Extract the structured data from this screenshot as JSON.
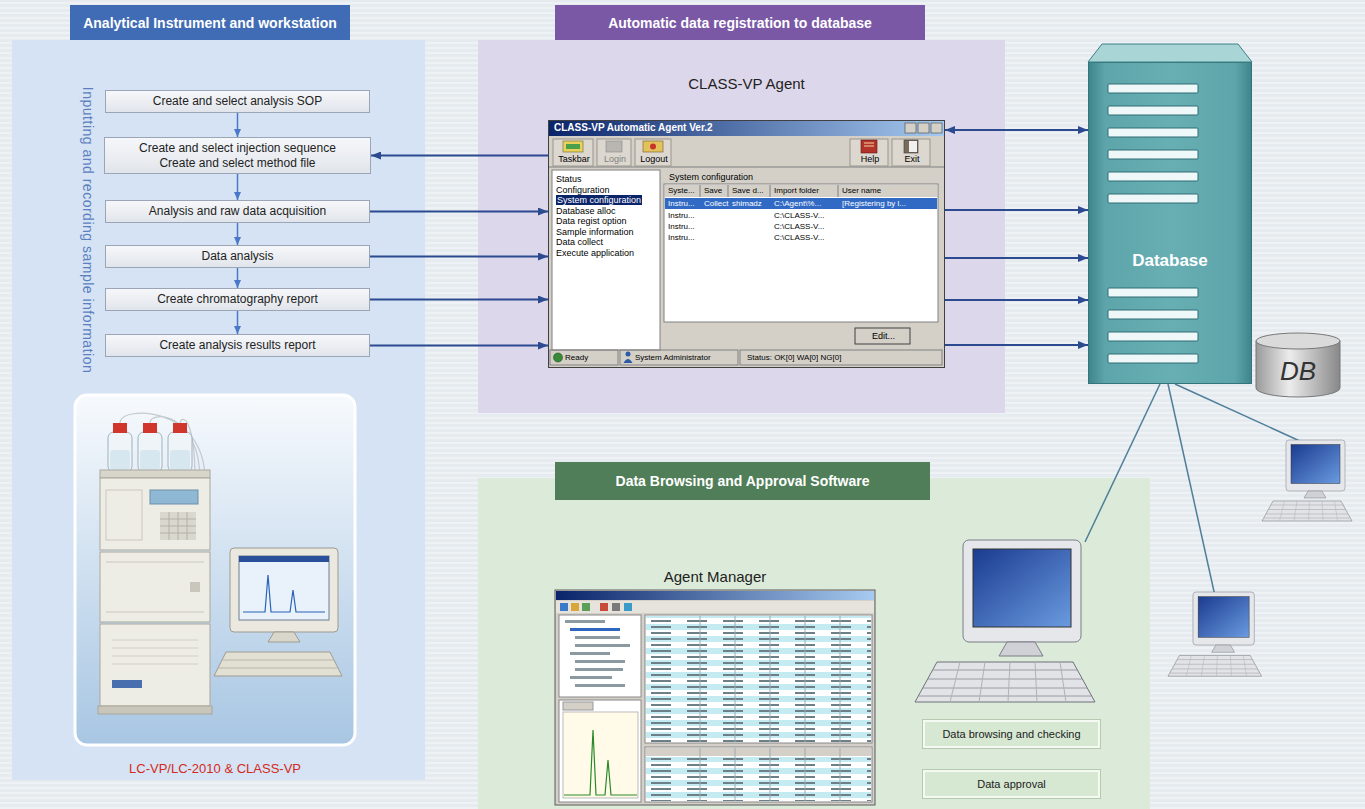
{
  "diagram": {
    "nodes": [
      {
        "text": [
          "Analytical Instrument and workstation"
        ]
      },
      {
        "text": [
          "Create and select analysis SOP"
        ],
        "in": 0
      },
      {
        "text": [
          "Create and select injection sequence Create and select method file"
        ],
        "in": 0
      },
      {
        "text": [
          "Analysis and raw data acquisition"
        ],
        "in": 0
      },
      {
        "text": [
          "Data analysis"
        ],
        "in": 0
      },
      {
        "text": [
          "Create chromatography report"
        ],
        "in": 0
      },
      {
        "text": [
          "Create analysis results report"
        ],
        "in": 0
      },
      {
        "text": [
          "Automatic data registration to database"
        ]
      },
      {
        "text": [
          "CLASS-VP Agent",
          "CLASS-VP Automatic Agent Ver.2"
        ],
        "in": 7
      },
      {
        "text": [
          "Database"
        ]
      },
      {
        "text": [
          "DB"
        ]
      },
      {
        "text": [
          "Data Browsing and Approval Software"
        ]
      },
      {
        "text": [
          "Agent Manager"
        ],
        "in": 11
      },
      {
        "text": [
          "Data browsing and checking"
        ],
        "in": 11
      },
      {
        "text": [
          "Data approval"
        ],
        "in": 11
      }
    ],
    "edges": [
      {
        "from": 1,
        "to": 2,
        "arrow": "to"
      },
      {
        "from": 2,
        "to": 3,
        "arrow": "to"
      },
      {
        "from": 3,
        "to": 4,
        "arrow": "to"
      },
      {
        "from": 4,
        "to": 5,
        "arrow": "to"
      },
      {
        "from": 5,
        "to": 6,
        "arrow": "to"
      },
      {
        "from": 8,
        "to": 2,
        "arrow": "to"
      },
      {
        "from": 3,
        "to": 8,
        "arrow": "to"
      },
      {
        "from": 4,
        "to": 8,
        "arrow": "to"
      },
      {
        "from": 5,
        "to": 8,
        "arrow": "to"
      },
      {
        "from": 6,
        "to": 8,
        "arrow": "to"
      },
      {
        "from": 8,
        "to": 9,
        "arrow": "both"
      },
      {
        "from": 8,
        "to": 9,
        "arrow": "to"
      },
      {
        "from": 8,
        "to": 9,
        "arrow": "to"
      },
      {
        "from": 8,
        "to": 9,
        "arrow": "to"
      },
      {
        "from": 8,
        "to": 9,
        "arrow": "to"
      }
    ],
    "labels": [
      "Inputting and recording sample information",
      "LC-VP/LC-2010 & CLASS-VP",
      "Taskbar",
      "Login",
      "Logout",
      "Help",
      "Exit",
      "Status",
      "Configuration",
      "System configuration",
      "Database alloc",
      "Data regist option",
      "Sample information",
      "Data collect",
      "Execute application",
      "System configuration",
      "Syste...",
      "Save",
      "Save d...",
      "Import folder",
      "User name",
      "Instru...",
      "Collect",
      "shimadz",
      "C:\\Agent\\%...",
      "[Registering by l...",
      "Instru...",
      "C:\\CLASS-V...",
      "Instru...",
      "C:\\CLASS-V...",
      "Instru...",
      "C:\\CLASS-V...",
      "Edit...",
      "Ready",
      "System Administrator",
      "Status: OK[0] WA[0] NG[0]"
    ]
  }
}
